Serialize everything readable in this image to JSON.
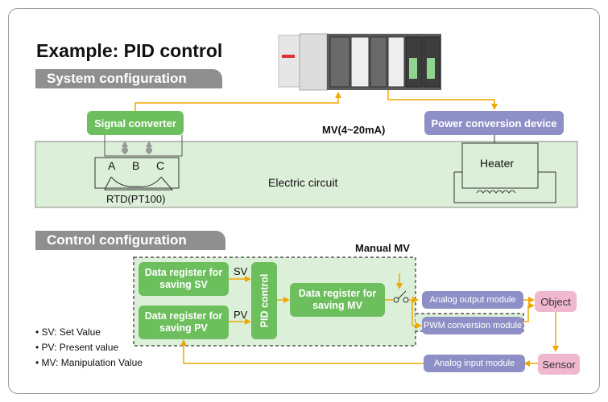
{
  "title": "Example: PID control",
  "sections": {
    "system": "System configuration",
    "control": "Control configuration"
  },
  "system": {
    "signal_converter": "Signal converter",
    "power_conversion": "Power conversion device",
    "mv_range": "MV(4~20mA)",
    "heater": "Heater",
    "electric_circuit": "Electric circuit",
    "terminals": [
      "A",
      "B",
      "C"
    ],
    "rtd": "RTD(PT100)"
  },
  "control": {
    "sv_register": "Data register for saving SV",
    "pv_register": "Data register for saving PV",
    "sv_label": "SV",
    "pv_label": "PV",
    "pid": "PID control",
    "mv_register": "Data register for saving MV",
    "manual_mv": "Manual MV",
    "analog_output": "Analog output module",
    "pwm": "PWM conversion module",
    "analog_input": "Analog input module",
    "object": "Object",
    "sensor": "Sensor"
  },
  "legend": [
    "• SV: Set Value",
    "• PV: Present value",
    "• MV: Manipulation Value"
  ],
  "colors": {
    "green": "#6cbf5c",
    "purple": "#8f8fc8",
    "pink": "#f0b8cf",
    "arrow": "#f0a800",
    "light_green": "#dcefd8"
  }
}
